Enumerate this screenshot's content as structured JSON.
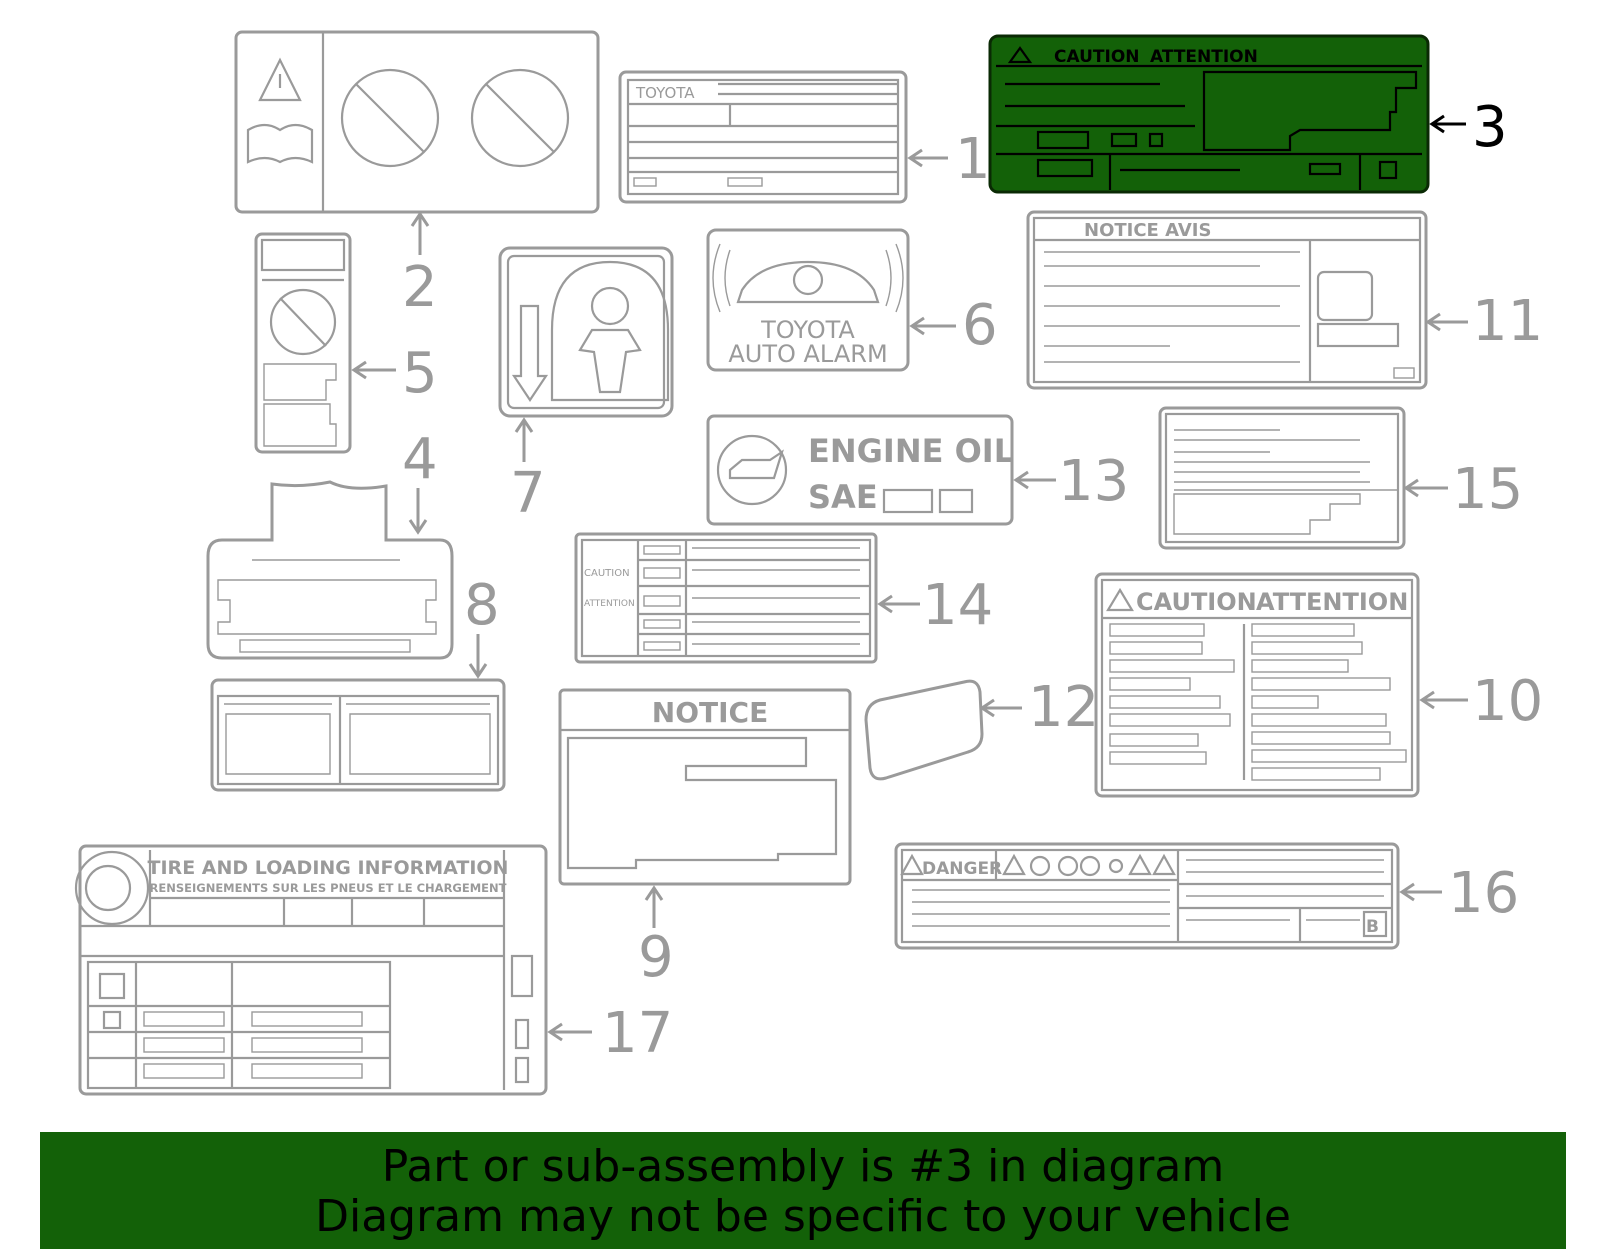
{
  "highlight_color": "#136108",
  "callouts": {
    "n1": "1",
    "n2": "2",
    "n3": "3",
    "n4": "4",
    "n5": "5",
    "n6": "6",
    "n7": "7",
    "n8": "8",
    "n9": "9",
    "n10": "10",
    "n11": "11",
    "n12": "12",
    "n13": "13",
    "n14": "14",
    "n15": "15",
    "n16": "16",
    "n17": "17"
  },
  "label_text": {
    "l1_brand": "TOYOTA",
    "l3_caution": "CAUTION",
    "l3_attention": "ATTENTION",
    "l6_line1": "TOYOTA",
    "l6_line2": "AUTO ALARM",
    "l9_title": "NOTICE",
    "l10_caution": "CAUTION",
    "l10_attention": "ATTENTION",
    "l11_title": "NOTICE  AVIS",
    "l13_line1": "ENGINE  OIL",
    "l13_line2": "SAE",
    "l14_caution": "CAUTION",
    "l14_attention": "ATTENTION",
    "l16_danger": "DANGER",
    "l16_b": "B",
    "l17_title": "TIRE AND LOADING INFORMATION",
    "l17_subtitle": "RENSEIGNEMENTS SUR LES PNEUS ET LE CHARGEMENT"
  },
  "banner": {
    "line1": "Part or sub-assembly is #3 in diagram",
    "line2": "Diagram may not be specific to your vehicle"
  }
}
